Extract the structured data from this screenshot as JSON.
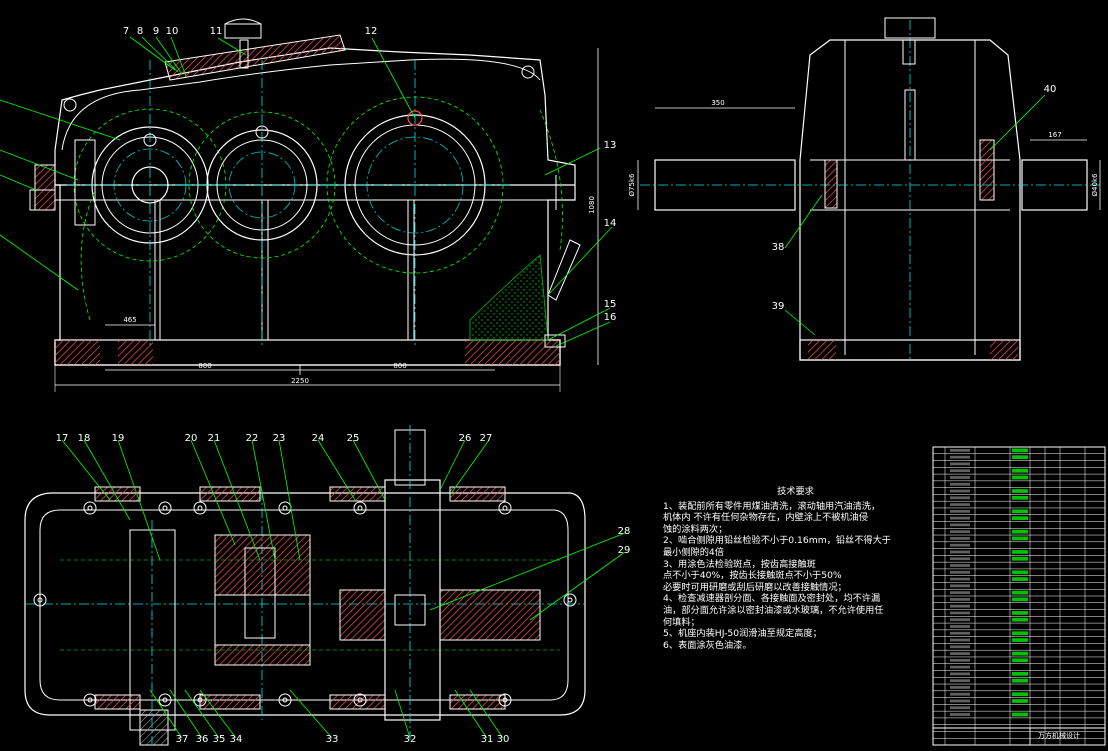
{
  "colors": {
    "background": "#000000",
    "outline": "#ffffff",
    "centerline": "#00e5e5",
    "leader": "#00ff00",
    "section": "#ff5050",
    "hatch_green": "#00c000",
    "bearing": "#00c8c8"
  },
  "views": {
    "front": {
      "balloons": [
        "7",
        "8",
        "9",
        "10",
        "11",
        "12",
        "13",
        "14",
        "15",
        "16"
      ],
      "dimensions": {
        "span_left": "800",
        "span_right": "800",
        "overall": "2250",
        "height": "1080",
        "foot": "465"
      }
    },
    "side": {
      "balloons": [
        "40",
        "38",
        "39"
      ],
      "dimensions": {
        "shaft_left": "350",
        "shaft_right": "167",
        "dia_left": "Ø75k6",
        "dia_right": "Ø40k6"
      }
    },
    "top": {
      "balloons": [
        "17",
        "18",
        "19",
        "20",
        "21",
        "22",
        "23",
        "24",
        "25",
        "26",
        "27",
        "28",
        "29",
        "30",
        "31",
        "32",
        "33",
        "34",
        "35",
        "36",
        "37"
      ]
    }
  },
  "technical_requirements": {
    "title": "技术要求",
    "items": [
      "1、装配前所有零件用煤油清洗，滚动轴用汽油清洗，",
      "机体内  不许有任何杂物存在，内壁涂上不被机油侵",
      "蚀的涂料两次；",
      "2、啮合侧隙用铅丝检验不小于0.16mm，铅丝不得大于",
      "最小侧隙的4倍",
      "3、用涂色法检验斑点，按齿高接触斑",
      "点不小于40%，按齿长接触斑点不小于50%",
      "必要时可用研磨或刮后研磨以改善接触情况；",
      "4、检查减速器剖分面、各接触面及密封处，均不许漏",
      "油，部分面允许涂以密封油漆或水玻璃，不允许使用任",
      "何填料；",
      "5、机座内装HJ-50润滑油至规定高度；",
      "6、表面涂灰色油漆。"
    ]
  },
  "title_block": {
    "label": "万方机械设计"
  }
}
